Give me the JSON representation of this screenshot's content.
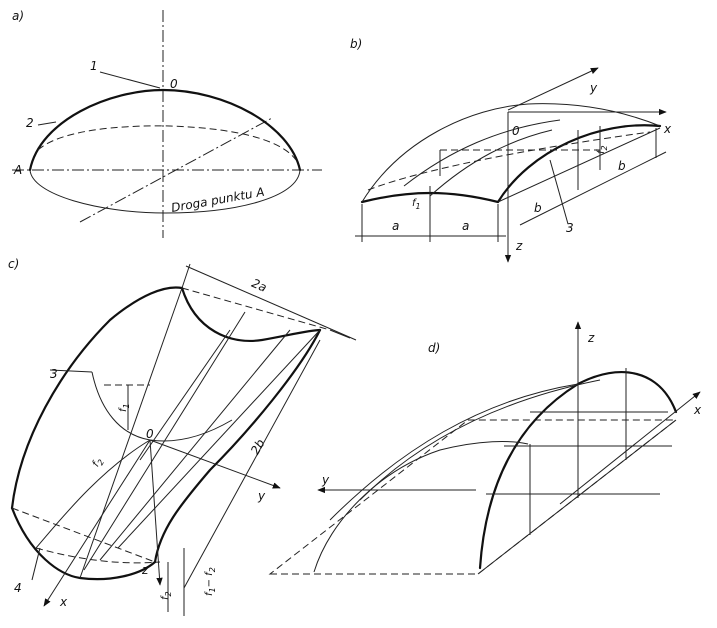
{
  "panels": {
    "a": {
      "letter": "a)",
      "label_1": "1",
      "label_2": "2",
      "label_0": "0",
      "label_A": "A",
      "path_caption": "Droga punktu A"
    },
    "b": {
      "letter": "b)",
      "axis_x": "x",
      "axis_y": "y",
      "axis_z": "z",
      "label_0": "0",
      "label_3": "3",
      "dim_a1": "a",
      "dim_a2": "a",
      "dim_b1": "b",
      "dim_b2": "b",
      "dim_f1": "f",
      "dim_f1_sub": "1",
      "dim_f2": "f",
      "dim_f2_sub": "2"
    },
    "c": {
      "letter": "c)",
      "dim_2a": "2a",
      "dim_2b": "2b",
      "label_3": "3",
      "label_4": "4",
      "label_0": "0",
      "axis_x": "x",
      "axis_y": "y",
      "axis_z": "z",
      "dim_f1": "f",
      "dim_f1_sub": "1",
      "dim_f2": "f",
      "dim_f2_sub": "2",
      "dim_f2b": "f",
      "dim_f2b_sub": "2",
      "dim_f1f2": "f",
      "dim_f1f2_sub": "1",
      "dim_f1f2_tail": "− f",
      "dim_f1f2_tail_sub": "2"
    },
    "d": {
      "letter": "d)",
      "axis_x": "x",
      "axis_y": "y",
      "axis_z": "z"
    }
  }
}
